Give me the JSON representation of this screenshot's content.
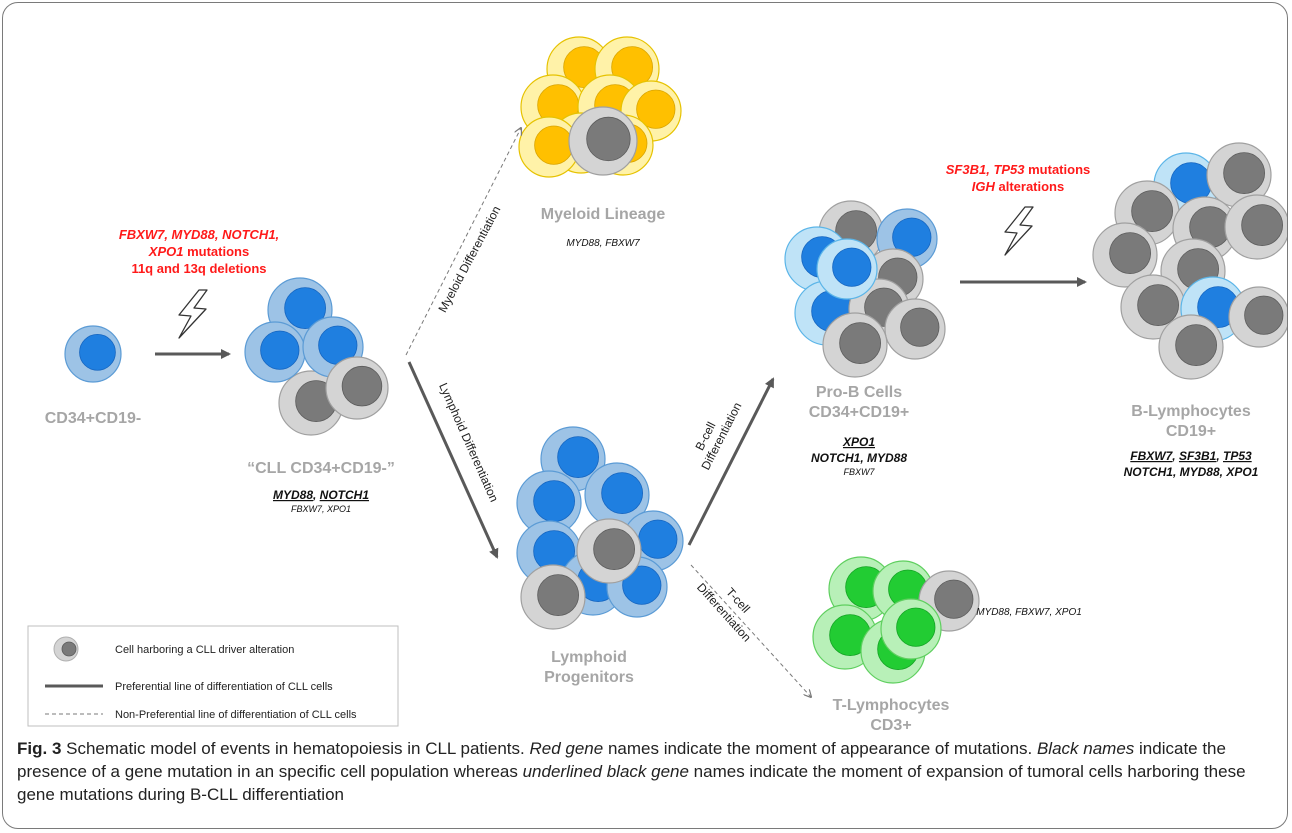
{
  "stages": {
    "cd34_cd19_neg": "CD34+CD19-",
    "cll_cd34_cd19_neg": "“CLL CD34+CD19-”",
    "myeloid": "Myeloid Lineage",
    "lymphoid_1": "Lymphoid",
    "lymphoid_2": "Progenitors",
    "prob_1": "Pro-B Cells",
    "prob_2": "CD34+CD19+",
    "blymph_1": "B-Lymphocytes",
    "blymph_2": "CD19+",
    "tlymph_1": "T-Lymphocytes",
    "tlymph_2": "CD3+"
  },
  "mutations_red_1": {
    "line1": "FBXW7, MYD88, NOTCH1,",
    "line2_gene": "XPO1",
    "line2_rest": " mutations",
    "line3": "11q and 13q deletions"
  },
  "mutations_red_2": {
    "line1_gene1": "SF3B1",
    "line1_sep": ", ",
    "line1_gene2": "TP53",
    "line1_rest": " mutations",
    "line2_gene": "IGH",
    "line2_rest": " alterations"
  },
  "genes": {
    "cll_underlined_1": "MYD88",
    "cll_sep": ", ",
    "cll_underlined_2": "NOTCH1",
    "cll_small": "FBXW7, XPO1",
    "myeloid": "MYD88, FBXW7",
    "prob_underlined": "XPO1",
    "prob_line2": "NOTCH1, MYD88",
    "prob_small": "FBXW7",
    "bl_u1": "FBXW7",
    "bl_sep1": ", ",
    "bl_u2": "SF3B1",
    "bl_sep2": ", ",
    "bl_u3": "TP53",
    "bl_line2": "NOTCH1, MYD88, XPO1",
    "tl": "MYD88, FBXW7, XPO1"
  },
  "differentiation_labels": {
    "myeloid": "Myeloid Differentiation",
    "lymphoid": "Lymphoid Differentiation",
    "bcell_1": "B-cell",
    "bcell_2": "Differentiation",
    "tcell_1": "T-cell",
    "tcell_2": "Differentiation"
  },
  "legend": {
    "item1": "Cell harboring a CLL driver alteration",
    "item2": "Preferential line of differentiation of CLL cells",
    "item3": "Non-Preferential line of differentiation of CLL cells"
  },
  "caption": {
    "label": "Fig. 3",
    "t1": " Schematic model of events in hematopoiesis in CLL patients. ",
    "t2": "Red gene",
    "t3": " names indicate the moment of appearance of mutations. ",
    "t4": "Black names",
    "t5": " indicate the presence of a gene mutation in an specific cell population whereas ",
    "t6": "underlined black gene",
    "t7": " names indicate the moment of expansion of tumoral cells harboring these gene mutations during B-CLL differentiation"
  },
  "colors": {
    "blue_outer": "#9dc3e6",
    "blue_nucleus": "#1f7fe0",
    "lightblue_outer": "#bfe3f7",
    "yellow_outer": "#fff2a8",
    "yellow_nucleus": "#ffc000",
    "green_outer": "#b8f0b8",
    "green_nucleus": "#22cc33",
    "grey_outer": "#d4d4d4",
    "grey_nucleus": "#7a7a7a",
    "red_text": "#ff1a1a",
    "label_grey": "#a6a6a6"
  }
}
